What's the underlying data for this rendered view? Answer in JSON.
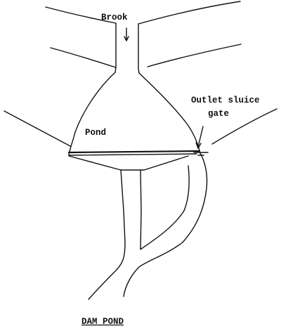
{
  "labels": {
    "brook": "Brook",
    "outlet_line1": "Outlet sluice",
    "outlet_line2": "gate",
    "pond": "Pond",
    "title": "DAM POND"
  }
}
